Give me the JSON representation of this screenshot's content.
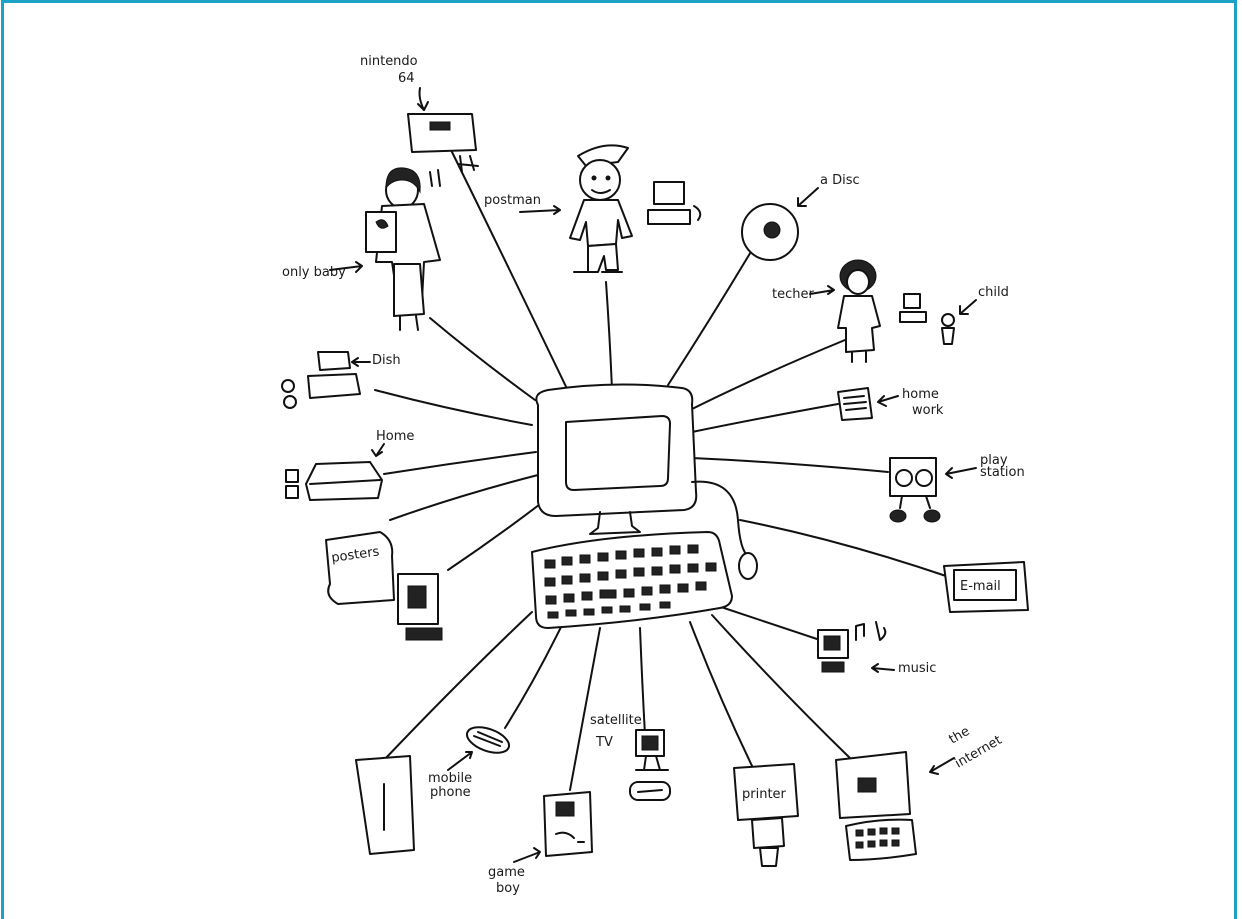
{
  "drawing": {
    "labels": {
      "nintendo": "nintendo",
      "n64": "64",
      "postman": "postman",
      "disc": "a Disc",
      "teacher": "techer",
      "child": "child",
      "baby": "only baby",
      "dish": "Dish",
      "homework_1": "home",
      "homework_2": "work",
      "home": "Home",
      "playstation_1": "play",
      "playstation_2": "station",
      "posters": "posters",
      "email": "E-mail",
      "music": "music",
      "mobile_1": "mobile",
      "mobile_2": "phone",
      "satellite": "satellite",
      "tv": "TV",
      "printer": "printer",
      "internet_1": "the",
      "internet_2": "internet",
      "gameboy_1": "game",
      "gameboy_2": "boy"
    },
    "colors": {
      "frame": "#1ba2c4",
      "ink": "#111111"
    }
  }
}
